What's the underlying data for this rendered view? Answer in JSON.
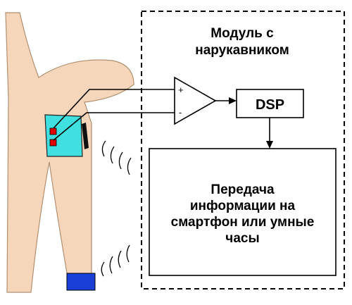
{
  "module": {
    "title_line1": "Модуль с",
    "title_line2": "нарукавником"
  },
  "amplifier": {
    "plus_sign": "+",
    "minus_sign": "-"
  },
  "dsp": {
    "label": "DSP"
  },
  "transmit": {
    "line1": "Передача",
    "line2": "информации на",
    "line3": "смартфон или умные",
    "line4": "часы"
  },
  "colors": {
    "skin": "#f6d6ba",
    "cuff": "#40e0e0",
    "electrode": "#e00000",
    "watch": "#1a3fd6",
    "line": "#000000"
  }
}
